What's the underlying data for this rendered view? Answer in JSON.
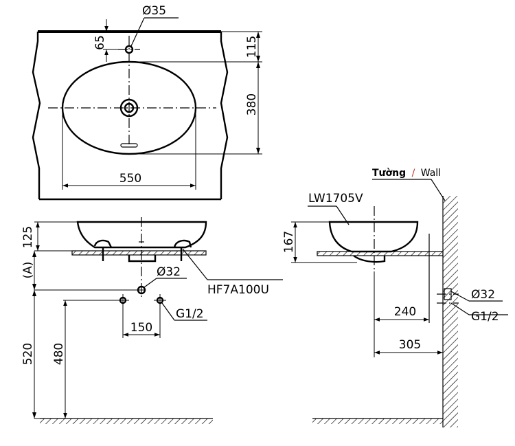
{
  "top_view": {
    "hole_diameter": "Ø35",
    "hole_offset": "65",
    "back_to_bowl": "115",
    "bowl_depth": "380",
    "bowl_width": "550"
  },
  "front_view": {
    "basin_height": "125",
    "ref_a": "(A)",
    "drain_diameter": "Ø32",
    "drain_model": "HF7A100U",
    "supply_thread": "G1/2",
    "supply_spacing": "150",
    "counter_height": "520",
    "supply_height": "480"
  },
  "side_view": {
    "wall_label_vi": "Tường",
    "wall_sep": "/",
    "wall_label_en": "Wall",
    "model": "LW1705V",
    "height": "167",
    "drain_diameter": "Ø32",
    "supply_thread": "G1/2",
    "depth_240": "240",
    "depth_305": "305"
  }
}
